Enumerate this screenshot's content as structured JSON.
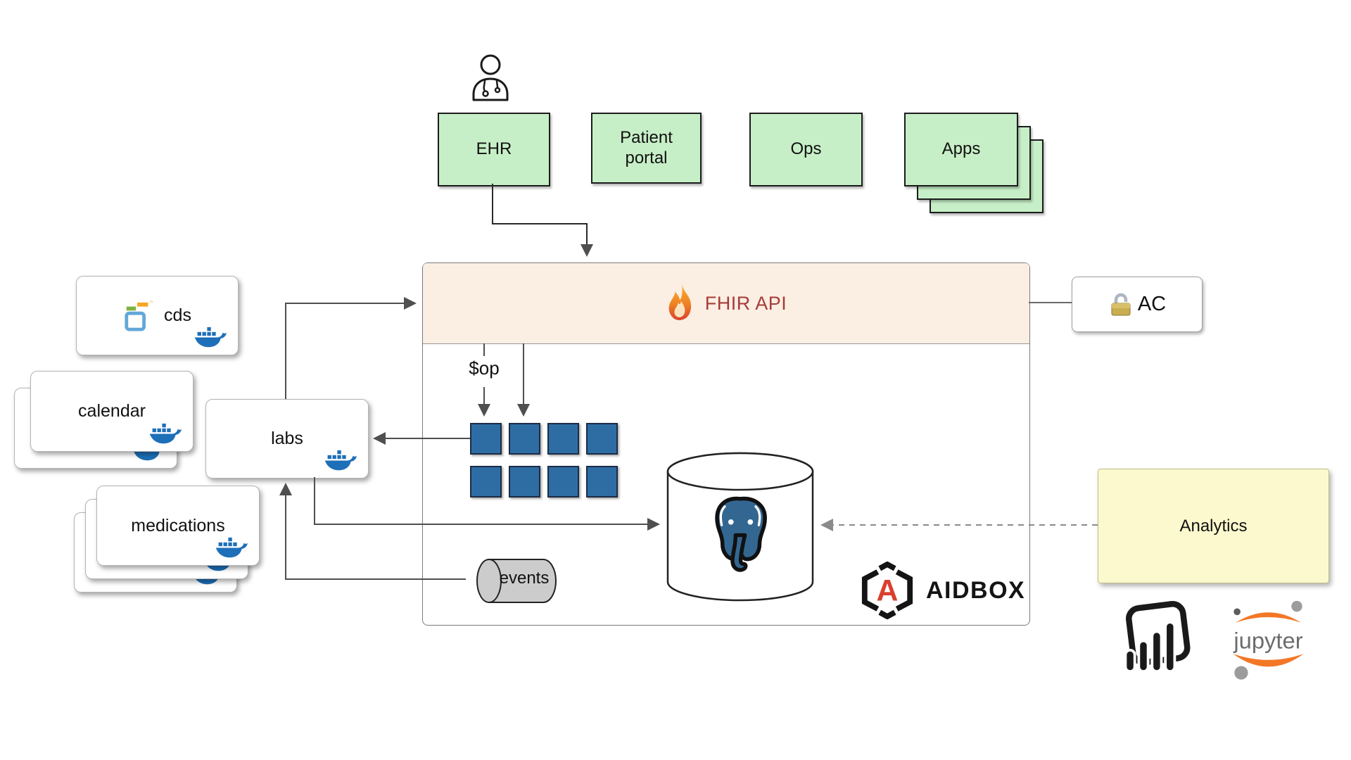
{
  "clients": {
    "items": [
      {
        "label": "EHR"
      },
      {
        "label": "Patient portal"
      },
      {
        "label": "Ops"
      },
      {
        "label": "Apps"
      }
    ]
  },
  "aidbox_platform": {
    "api_label": "FHIR API",
    "operations_label": "$op",
    "events_label": "events",
    "brand_label": "AIDBOX"
  },
  "access_control": {
    "label": "AC"
  },
  "docker_services": {
    "cds": {
      "label": "cds"
    },
    "calendar": {
      "label": "calendar"
    },
    "labs": {
      "label": "labs"
    },
    "medications": {
      "label": "medications"
    }
  },
  "analytics": {
    "label": "Analytics",
    "jupyter_label": "jupyter"
  },
  "colors": {
    "client_green": "#c7efc7",
    "fhir_header_peach": "#fbeee3",
    "fhir_text_red": "#a63c38",
    "worker_blue": "#2e6da4",
    "docker_blue": "#1d6fb8",
    "events_gray": "#cccccc",
    "analytics_yellow": "#fbf9cd",
    "aidbox_red": "#d9402f",
    "postgres_blue": "#336791",
    "jupyter_orange": "#f37726",
    "line_gray": "#5a5a5a"
  }
}
